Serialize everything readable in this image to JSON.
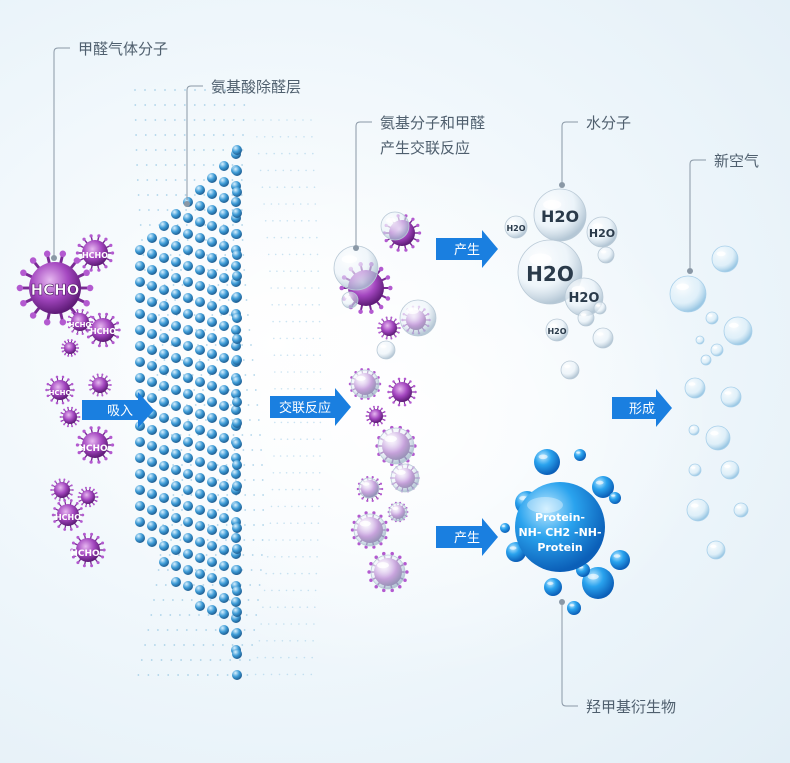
{
  "labels": {
    "formaldehyde_molecule": "甲醛气体分子",
    "amino_acid_layer": "氨基酸除醛层",
    "crosslink_reaction_line1": "氨基分子和甲醛",
    "crosslink_reaction_line2": "产生交联反应",
    "water_molecule": "水分子",
    "fresh_air": "新空气",
    "hydroxymethyl_derivative": "羟甲基衍生物"
  },
  "arrows": {
    "absorb": "吸入",
    "crosslink": "交联反应",
    "produce_top": "产生",
    "produce_bottom": "产生",
    "form": "形成"
  },
  "molecules": {
    "hcho": "HCHO",
    "h2o": "H2O",
    "protein_line1": "Protein-",
    "protein_line2": "NH- CH2 -NH-",
    "protein_line3": "Protein"
  },
  "colors": {
    "arrow_blue": "#1a7fe0",
    "virus_purple": "#9b3fb5",
    "sphere_blue": "#1f8fe0",
    "label_gray": "#4f5f6e"
  }
}
